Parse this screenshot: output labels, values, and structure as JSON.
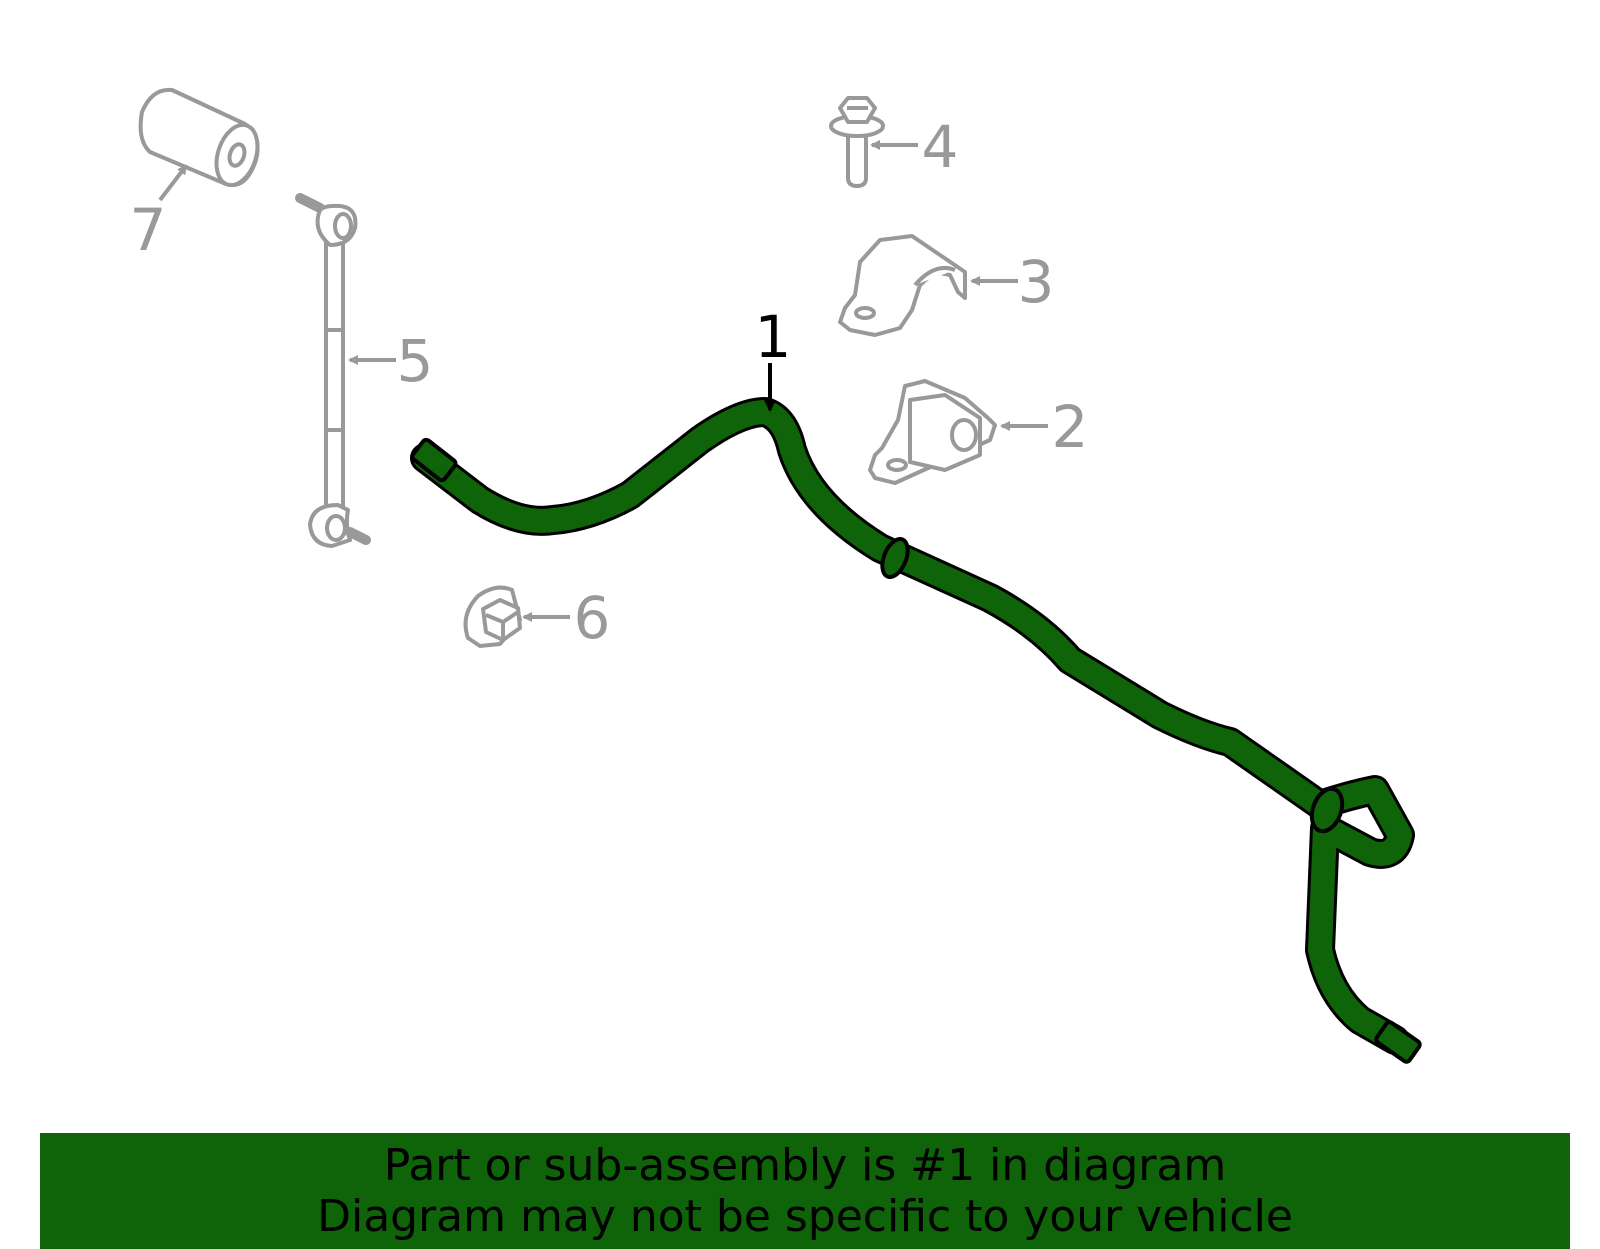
{
  "colors": {
    "highlight": "#0f6308",
    "part_outline": "#999999",
    "text_dark": "#000000",
    "background": "#ffffff"
  },
  "labels": {
    "part_1": "1",
    "part_2": "2",
    "part_3": "3",
    "part_4": "4",
    "part_5": "5",
    "part_6": "6",
    "part_7": "7"
  },
  "banner": {
    "line1": "Part or sub-assembly is #1 in diagram",
    "line2": "Diagram may not be specific to your vehicle"
  }
}
